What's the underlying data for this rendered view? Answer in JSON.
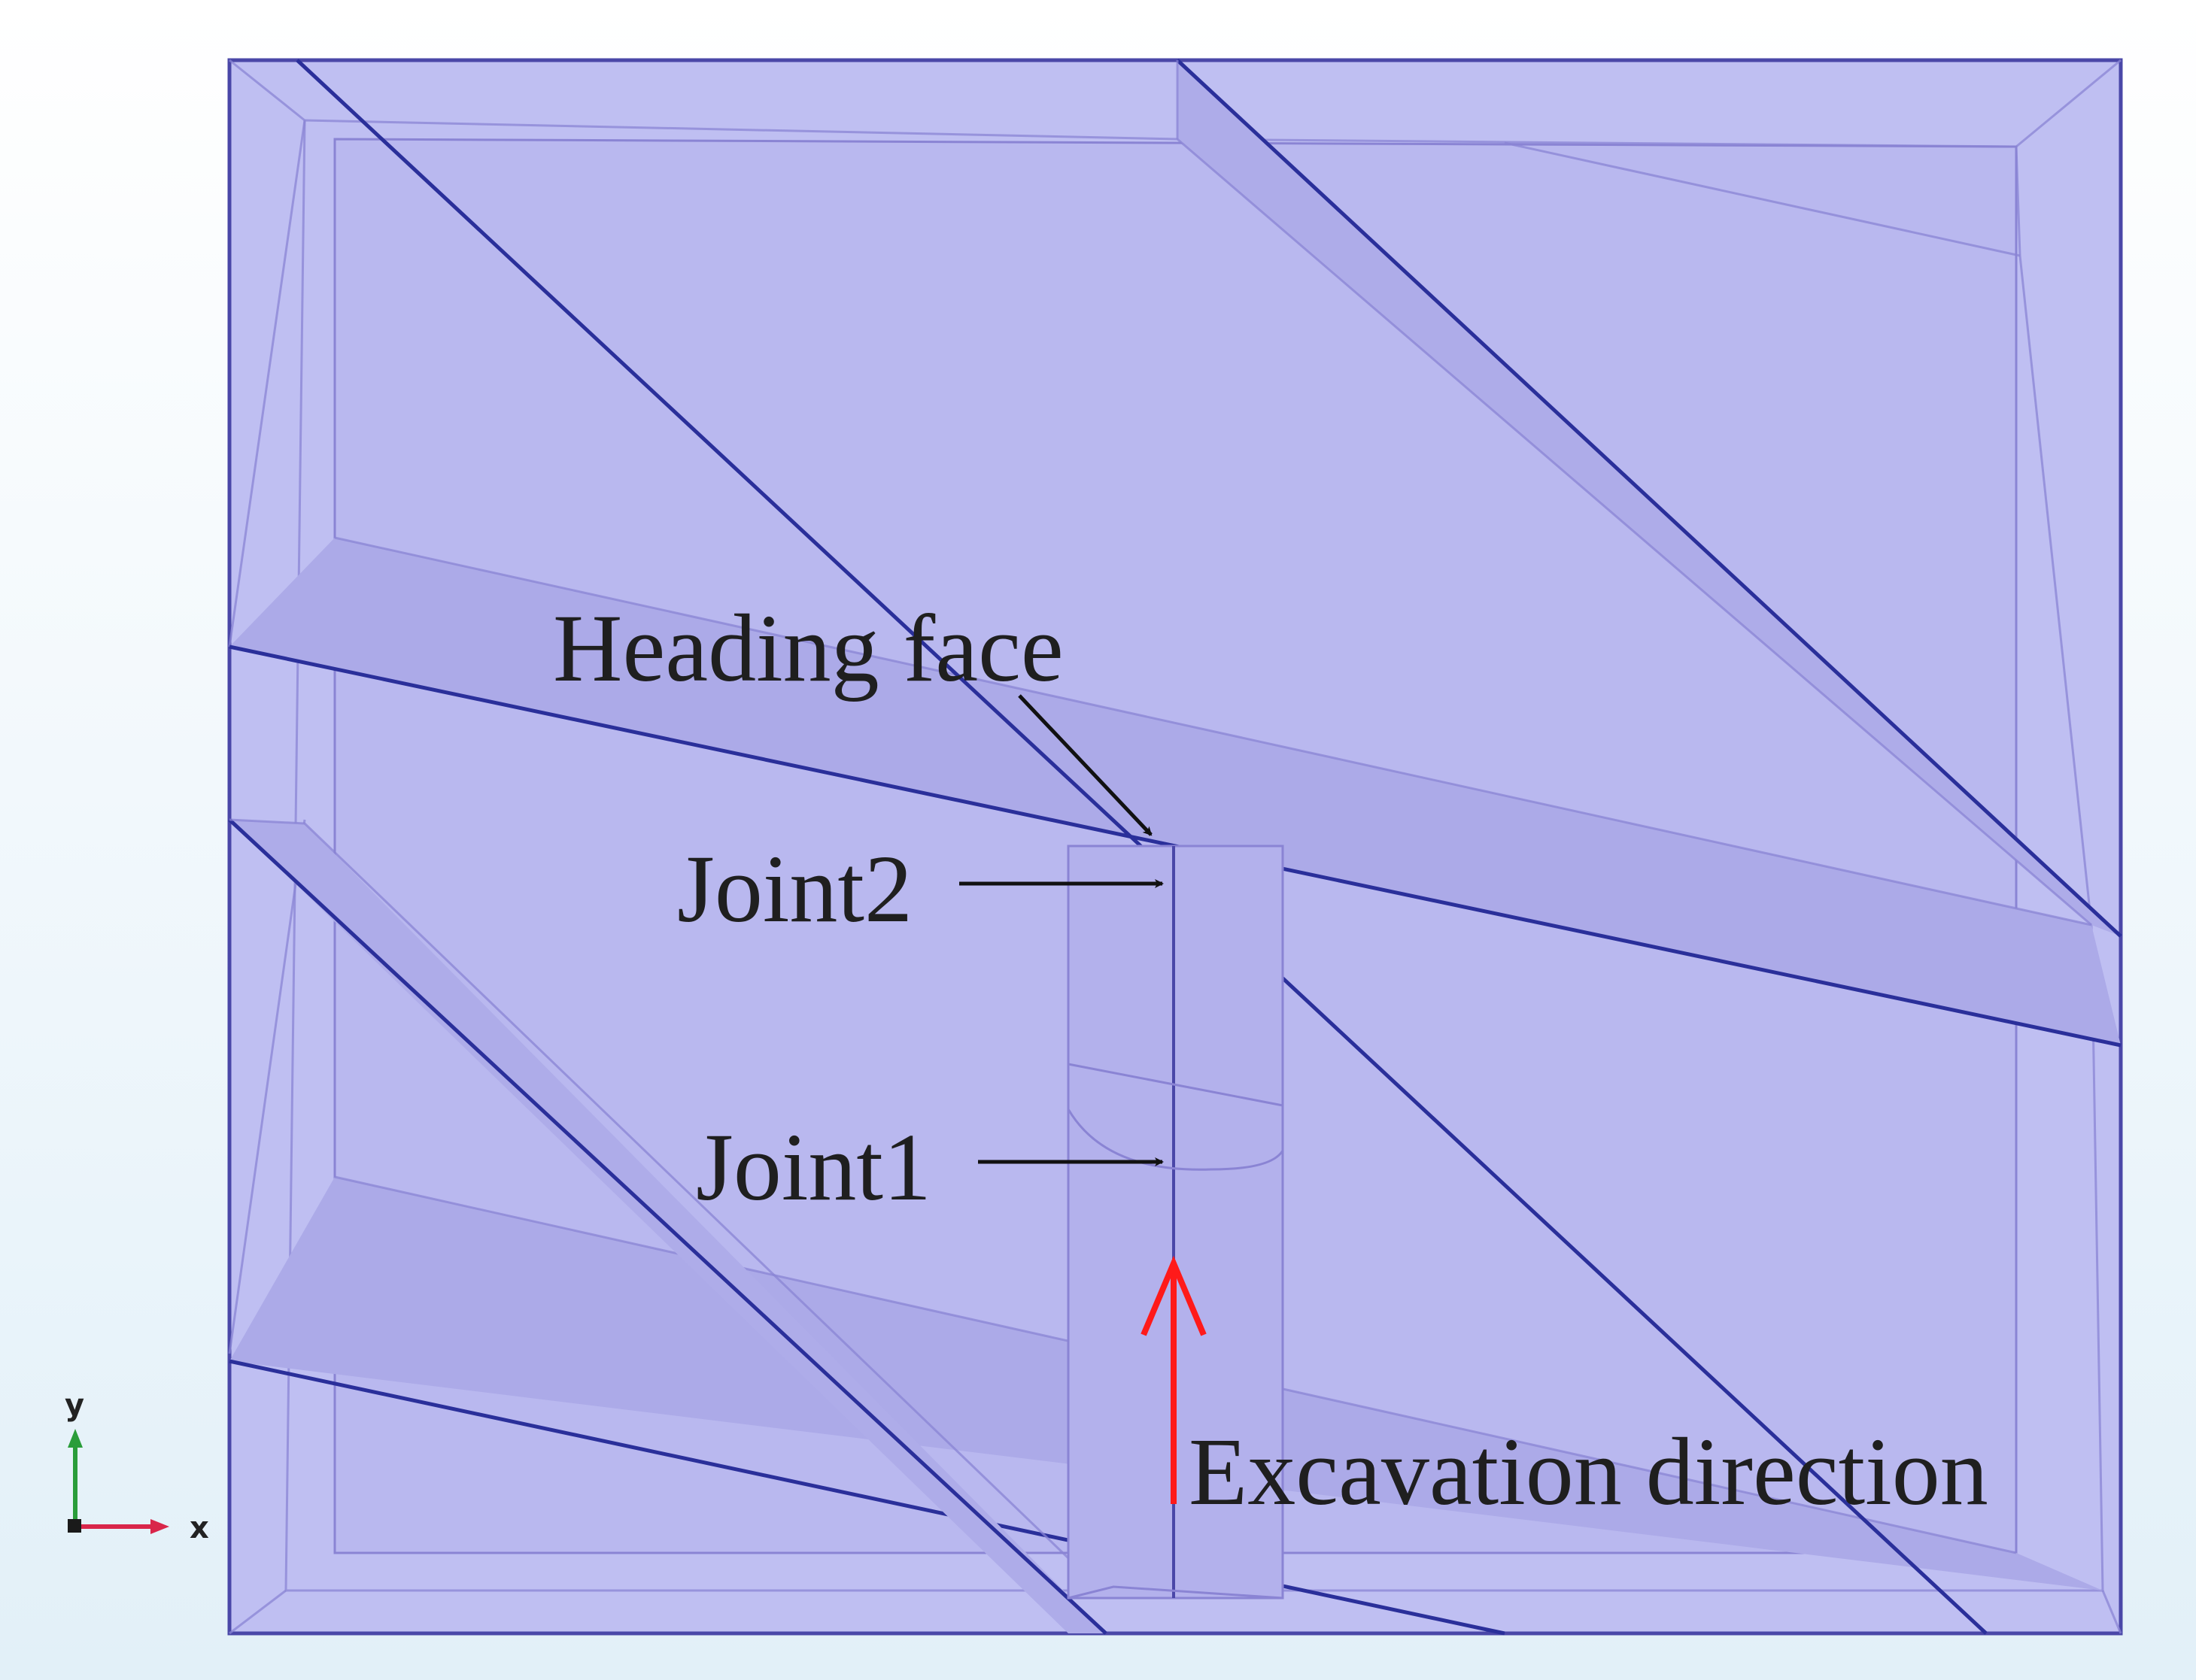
{
  "labels": {
    "heading_face": "Heading face",
    "joint2": "Joint2",
    "joint1": "Joint1",
    "excavation_direction": "Excavation direction"
  },
  "axes": {
    "y": "y",
    "x": "x"
  },
  "colors": {
    "model_fill": "#bcbcf0",
    "joint_fill": "#aaa8e8",
    "edge_bold": "#2a2f9a",
    "excavation_arrow": "#ff1a1a",
    "annotation_arrow": "#111111",
    "axis_y": "#2a9d3a",
    "axis_x": "#d9264a"
  }
}
